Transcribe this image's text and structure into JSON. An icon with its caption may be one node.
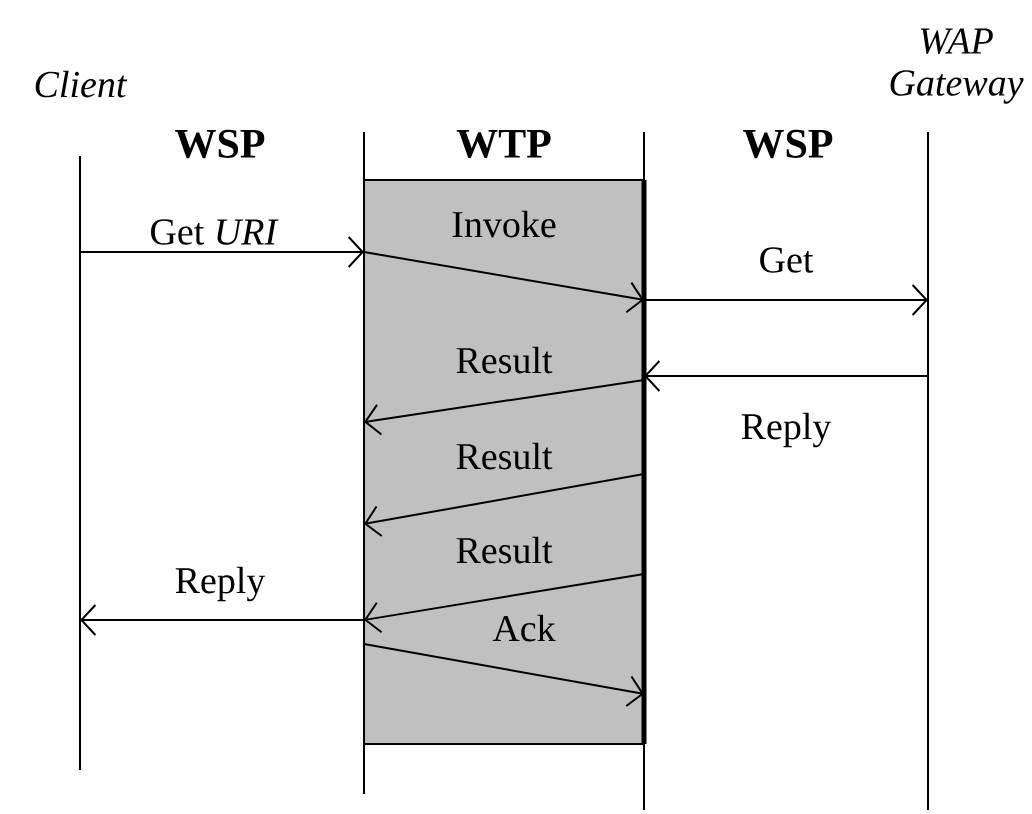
{
  "diagram": {
    "nodes": [
      {
        "text": [
          "Client"
        ]
      },
      {
        "text": [],
        "shape": "line"
      },
      {
        "text": [],
        "shape": "line"
      },
      {
        "text": [
          "WAP Gateway"
        ]
      }
    ],
    "edges": [
      {
        "from": 0,
        "to": 1,
        "arrow": "to",
        "label": "Get *URI*"
      },
      {
        "from": 1,
        "to": 2,
        "arrow": "to",
        "label": "Invoke"
      },
      {
        "from": 2,
        "to": 3,
        "arrow": "to",
        "label": "Get"
      },
      {
        "from": 3,
        "to": 2,
        "arrow": "to",
        "label": "Reply"
      },
      {
        "from": 2,
        "to": 1,
        "arrow": "to",
        "label": "Result"
      },
      {
        "from": 2,
        "to": 1,
        "arrow": "to",
        "label": "Result"
      },
      {
        "from": 2,
        "to": 1,
        "arrow": "to",
        "label": "Result"
      },
      {
        "from": 1,
        "to": 0,
        "arrow": "to",
        "label": "Reply"
      },
      {
        "from": 1,
        "to": 2,
        "arrow": "to",
        "label": "Ack"
      }
    ],
    "labels": [
      "WSP",
      "WTP",
      "WSP"
    ]
  }
}
